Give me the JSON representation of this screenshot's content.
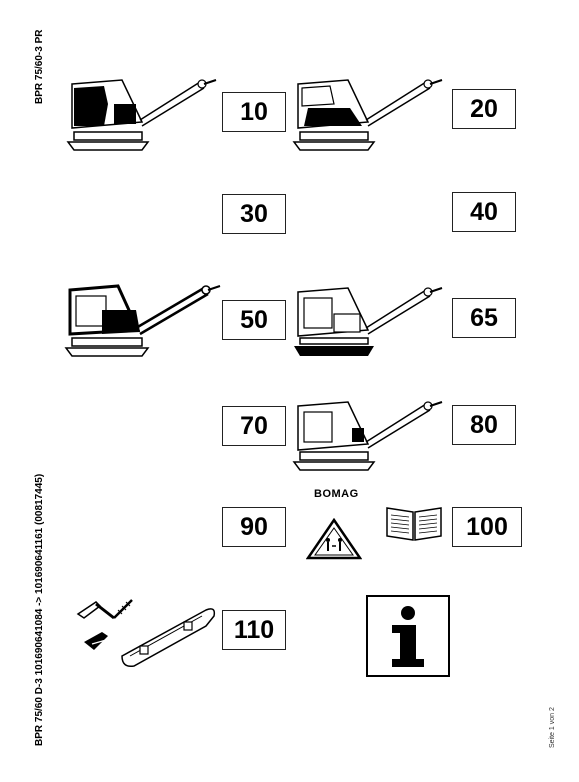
{
  "header": {
    "model_top": "BPR 75/60-3 PR",
    "model_side": "BPR 75/60 D-3 101690641084 -> 101690641161 (00817445)"
  },
  "positions": [
    "10",
    "20",
    "30",
    "40",
    "50",
    "65",
    "70",
    "80",
    "90",
    "100",
    "110"
  ],
  "brand": "BOMAG",
  "footer": {
    "page": "Seite 1 von 2"
  },
  "icons": [
    "plate-compactor",
    "warning-triangle",
    "manual-book",
    "tool-kit",
    "info-sign"
  ]
}
